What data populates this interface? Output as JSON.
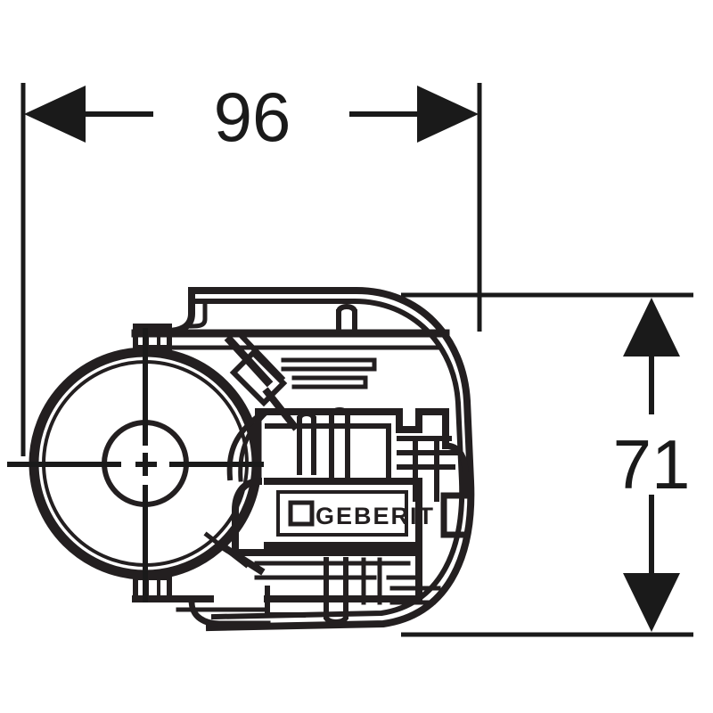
{
  "drawing": {
    "type": "technical-dimension-drawing",
    "subject": "Geberit flush valve / cistern mechanism side view",
    "background_color": "#ffffff",
    "line_color": "#231f20",
    "dimension_color": "#1a1a1a",
    "units": "mm",
    "dimensions": {
      "horizontal": {
        "label": "96",
        "name": "width",
        "orientation": "horizontal",
        "arrow_style": "outward-pointing",
        "value": 96
      },
      "vertical": {
        "label": "71",
        "name": "height",
        "orientation": "vertical",
        "arrow_style": "outward-pointing",
        "value": 71
      }
    },
    "part_marking": {
      "brand_label": "GEBERIT"
    },
    "features": {
      "center_mark": "crosshair",
      "concentric_circles": 3
    }
  }
}
